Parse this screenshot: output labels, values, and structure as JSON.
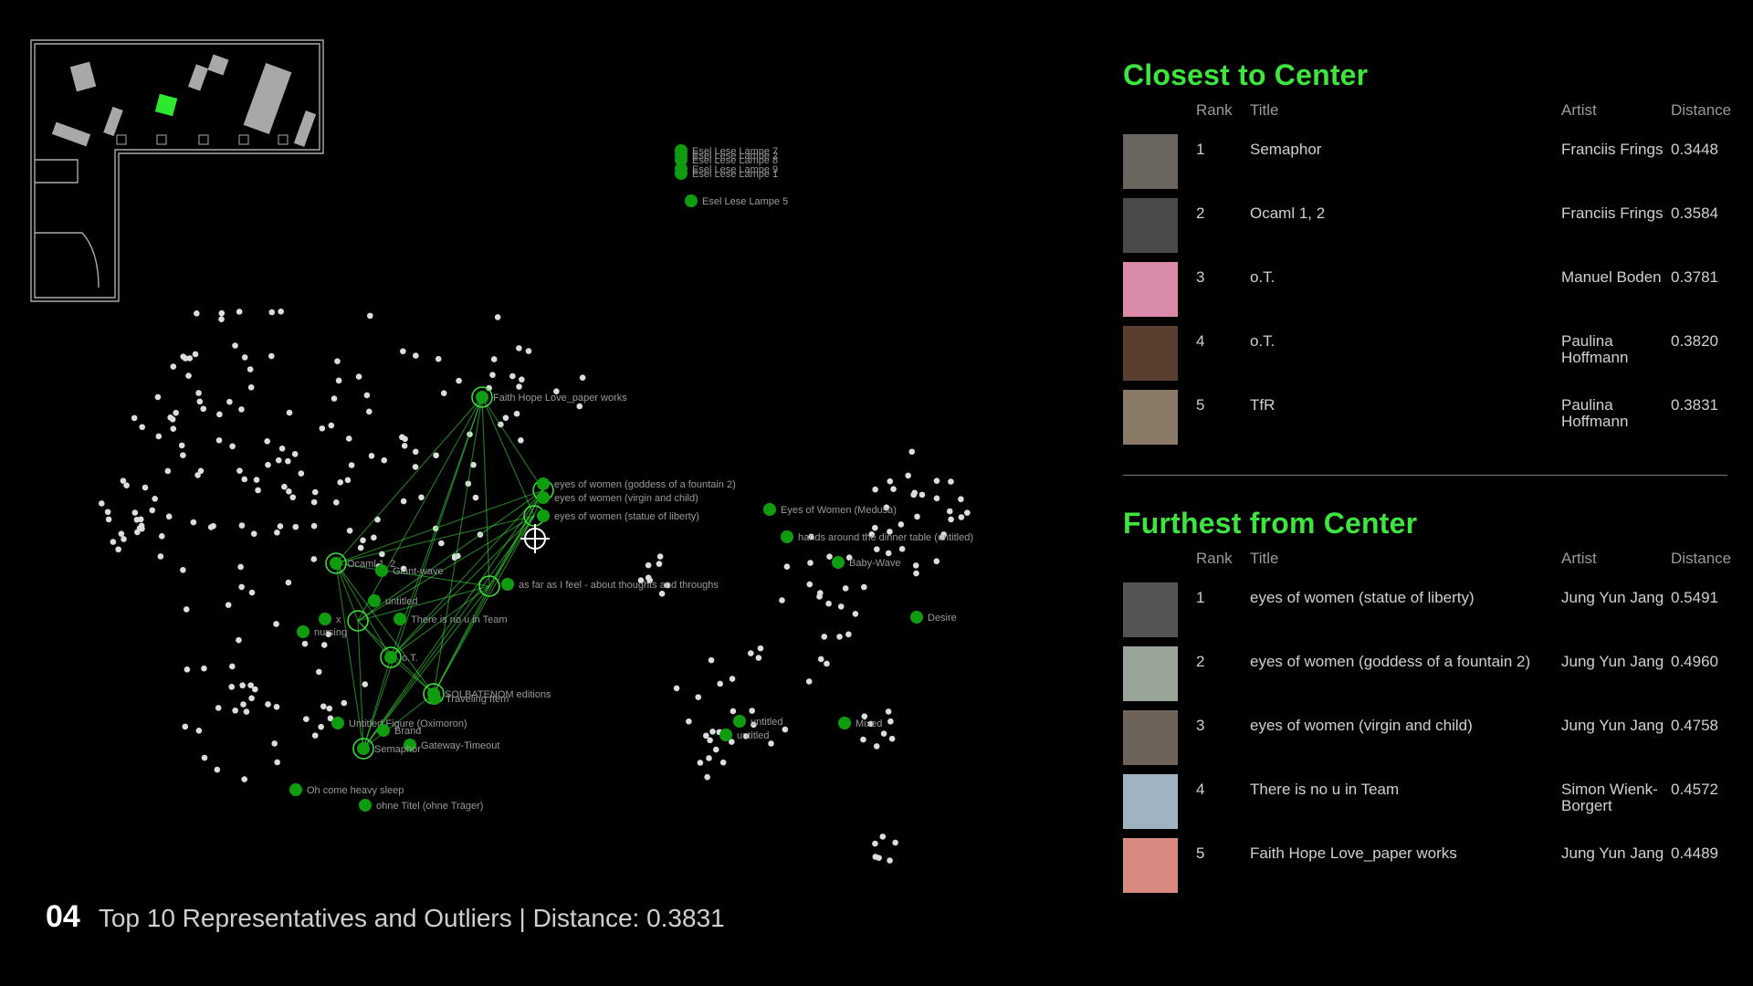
{
  "slide": {
    "number": "04",
    "caption": "Top 10 Representatives and Outliers | Distance: 0.3831"
  },
  "colors": {
    "accent": "#3ee53e",
    "node": "#0f9d0f",
    "background": "#000000",
    "dot": "#dddddd"
  },
  "floorplan": {
    "icon": "floorplan-map",
    "highlight": "green"
  },
  "visualization": {
    "target": "crosshair-icon",
    "labels": [
      "Esel Lese Lampe 7",
      "Esel Lese Lampe 2",
      "Esel Lese Lampe 8",
      "Esel Lese Lampe 9",
      "Esel Lese Lampe 1",
      "Esel Lese Lampe 5",
      "Faith Hope Love_paper works",
      "eyes of women (goddess of a fountain 2)",
      "eyes of women (virgin and child)",
      "eyes of women (statue of liberty)",
      "Eyes of Women (Medusa)",
      "hands around the dinner table (untitled)",
      "Baby-Wave",
      "as far as I feel - about thoughts and throughs",
      "Ocaml 1, 2",
      "Giant-wave",
      "untitled",
      "There is no u in Team",
      "x",
      "nursing",
      "o.T.",
      "SOLBATENOM editions",
      "Traveling Item",
      "Untitled Figure (Oximoron)",
      "Brand",
      "Gateway-Timeout",
      "Semaphor",
      "Desire",
      "untitled",
      "untitled",
      "Mixed",
      "Oh come heavy sleep",
      "ohne Titel (ohne Träger)"
    ]
  },
  "closest": {
    "title": "Closest to Center",
    "headers": {
      "rank": "Rank",
      "title": "Title",
      "artist": "Artist",
      "distance": "Distance"
    },
    "rows": [
      {
        "rank": "1",
        "title": "Semaphor",
        "artist": "Franciis Frings",
        "distance": "0.3448",
        "thumb": "#6b6560"
      },
      {
        "rank": "2",
        "title": "Ocaml 1, 2",
        "artist": "Franciis Frings",
        "distance": "0.3584",
        "thumb": "#4a4a4a"
      },
      {
        "rank": "3",
        "title": "o.T.",
        "artist": "Manuel Boden",
        "distance": "0.3781",
        "thumb": "#d98aa8"
      },
      {
        "rank": "4",
        "title": "o.T.",
        "artist": "Paulina Hoffmann",
        "distance": "0.3820",
        "thumb": "#5a3f30"
      },
      {
        "rank": "5",
        "title": "TfR",
        "artist": "Paulina Hoffmann",
        "distance": "0.3831",
        "thumb": "#8a7a68"
      }
    ]
  },
  "furthest": {
    "title": "Furthest from Center",
    "headers": {
      "rank": "Rank",
      "title": "Title",
      "artist": "Artist",
      "distance": "Distance"
    },
    "rows": [
      {
        "rank": "1",
        "title": "eyes of women (statue of liberty)",
        "artist": "Jung Yun Jang",
        "distance": "0.5491",
        "thumb": "#555555"
      },
      {
        "rank": "2",
        "title": "eyes of women (goddess of a fountain 2)",
        "artist": "Jung Yun Jang",
        "distance": "0.4960",
        "thumb": "#9aa59a"
      },
      {
        "rank": "3",
        "title": "eyes of women (virgin and child)",
        "artist": "Jung Yun Jang",
        "distance": "0.4758",
        "thumb": "#6e6358"
      },
      {
        "rank": "4",
        "title": "There is no u in Team",
        "artist": "Simon Wienk-Borgert",
        "distance": "0.4572",
        "thumb": "#9fb3c0"
      },
      {
        "rank": "5",
        "title": "Faith Hope Love_paper works",
        "artist": "Jung Yun Jang",
        "distance": "0.4489",
        "thumb": "#d98a80"
      }
    ]
  }
}
